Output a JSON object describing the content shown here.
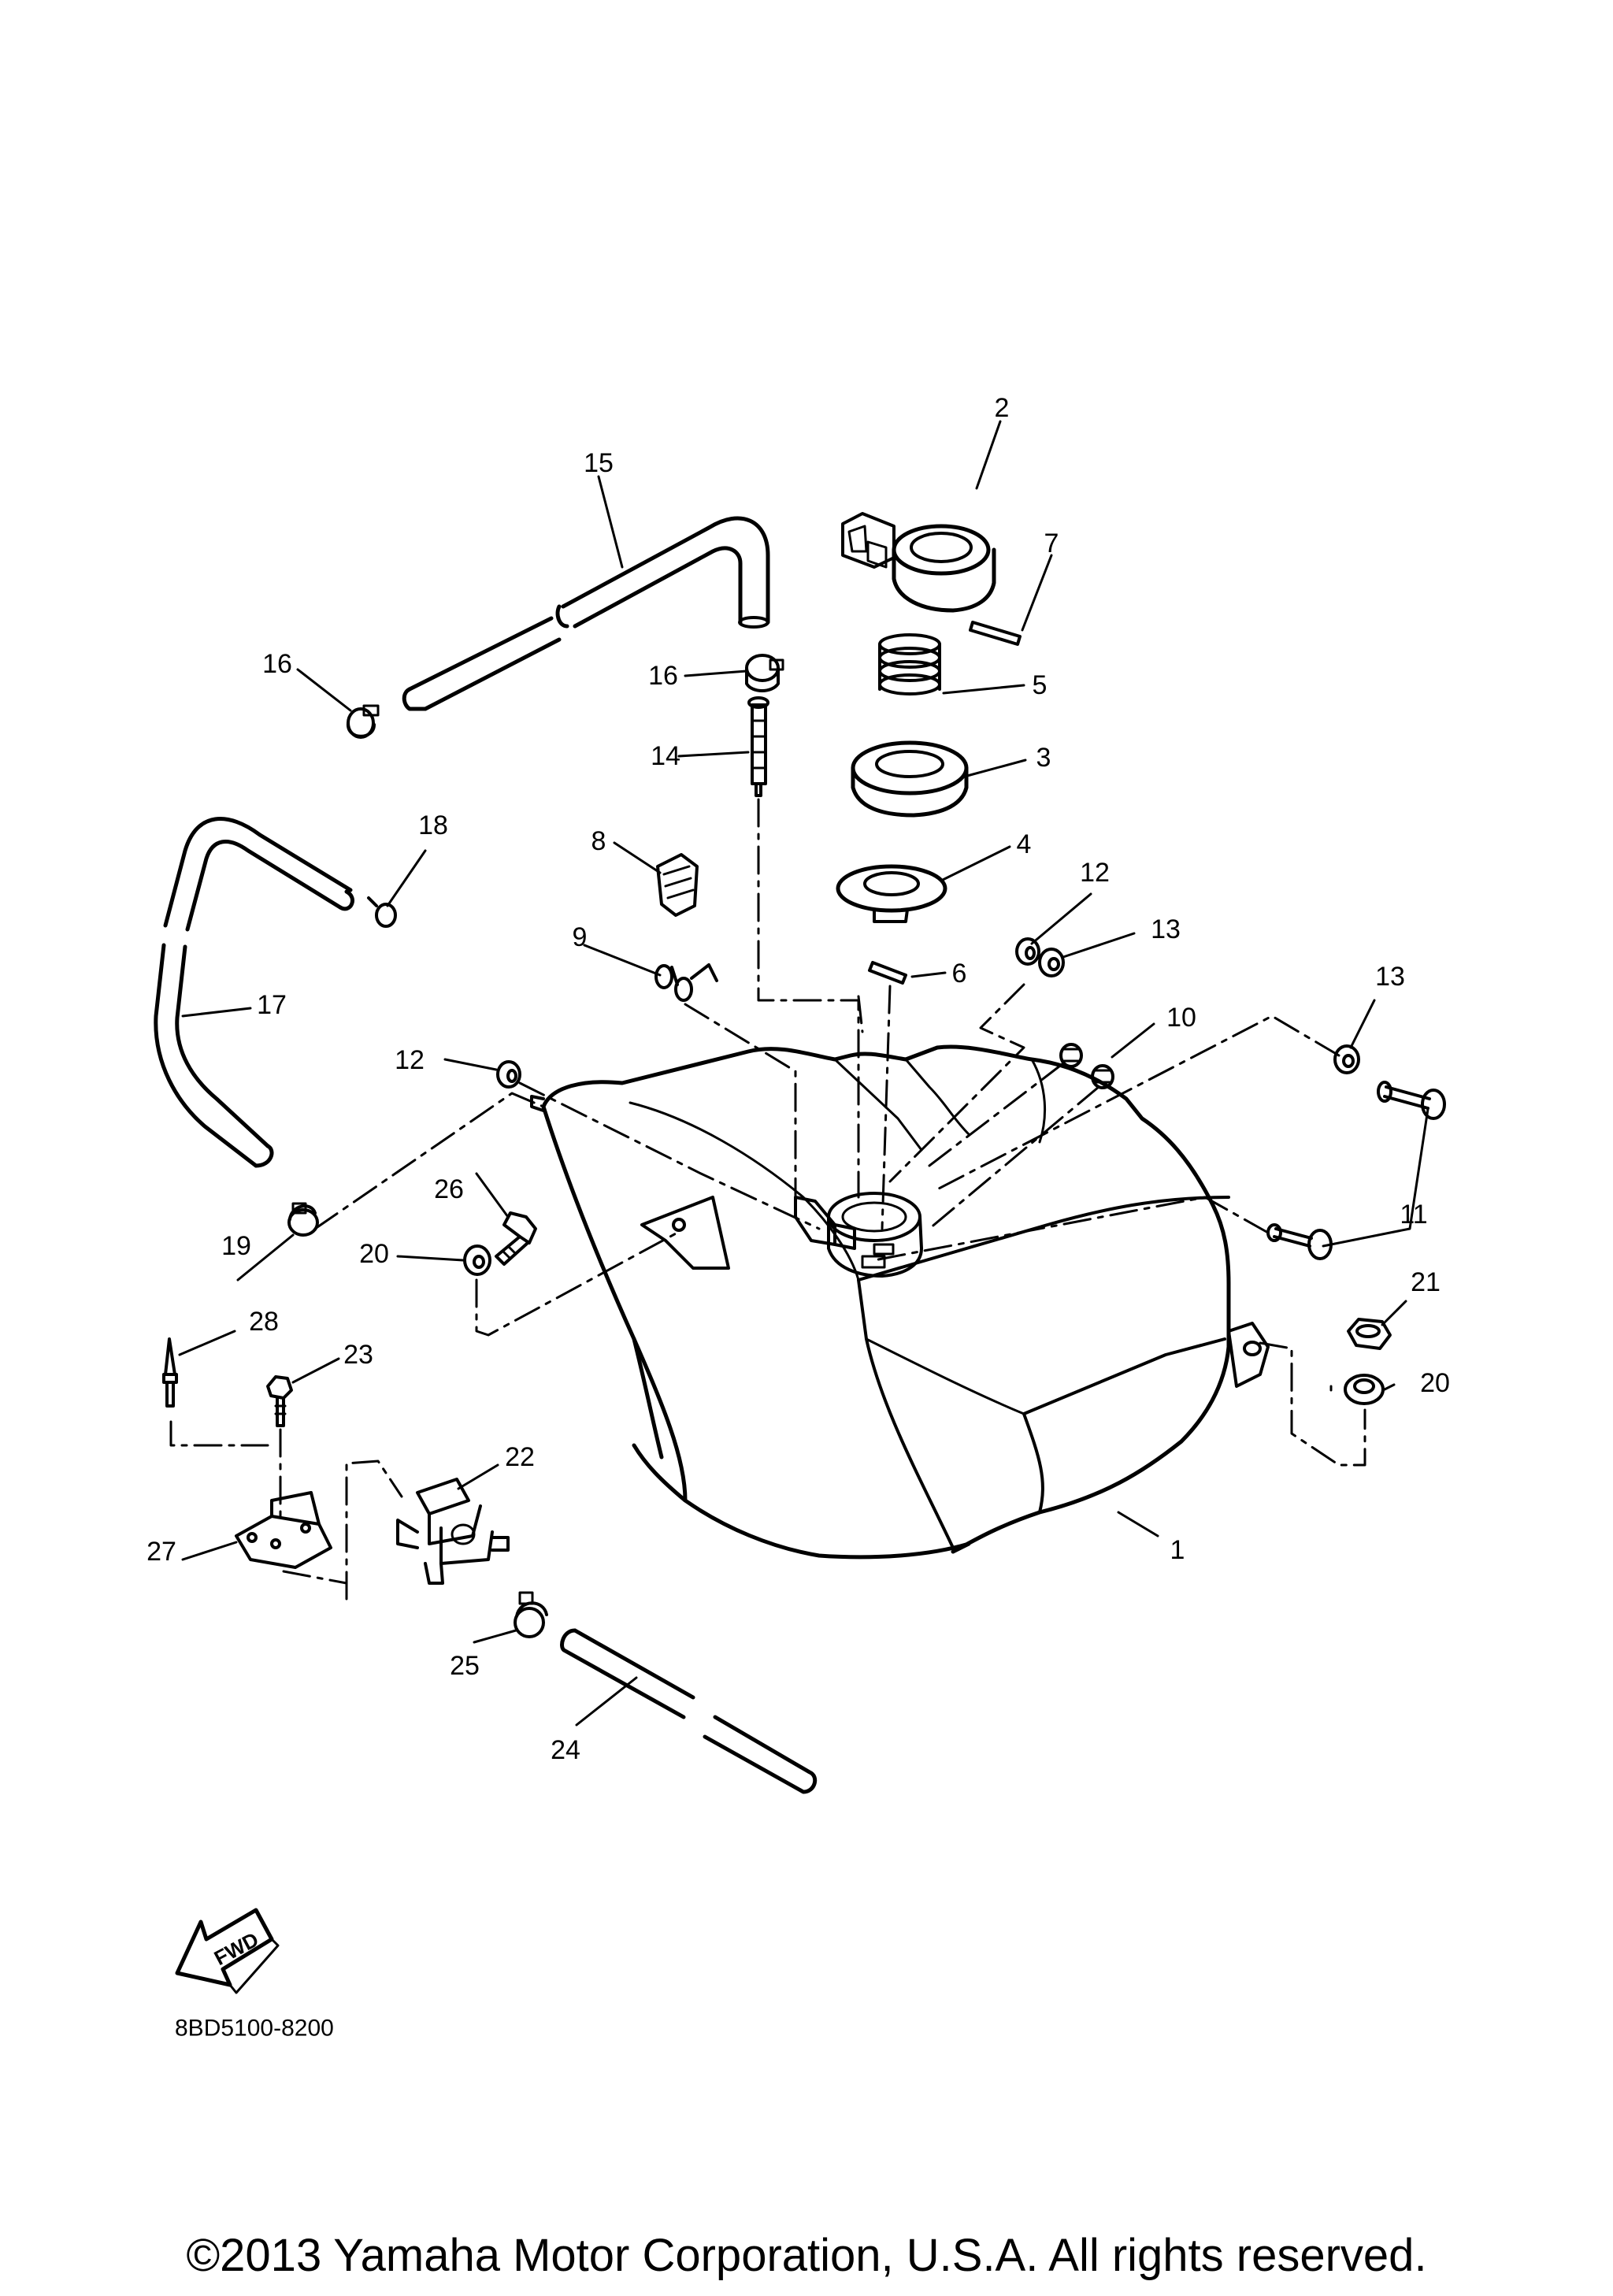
{
  "diagram": {
    "part_numbers": [
      "1",
      "2",
      "3",
      "4",
      "5",
      "6",
      "7",
      "8",
      "9",
      "10",
      "11",
      "12",
      "13",
      "14",
      "15",
      "16",
      "17",
      "18",
      "19",
      "20",
      "21",
      "22",
      "23",
      "24",
      "25",
      "26",
      "27",
      "28"
    ],
    "labels": {
      "p1": "1",
      "p2": "2",
      "p3": "3",
      "p4": "4",
      "p5": "5",
      "p6": "6",
      "p7": "7",
      "p8": "8",
      "p9": "9",
      "p10": "10",
      "p11": "11",
      "p12a": "12",
      "p12b": "12",
      "p13a": "13",
      "p13b": "13",
      "p14": "14",
      "p15": "15",
      "p16a": "16",
      "p16b": "16",
      "p17": "17",
      "p18": "18",
      "p19": "19",
      "p20a": "20",
      "p20b": "20",
      "p21": "21",
      "p22": "22",
      "p23": "23",
      "p24": "24",
      "p25": "25",
      "p26": "26",
      "p27": "27",
      "p28": "28"
    },
    "fwd_arrow_text": "FWD",
    "diagram_code": "8BD5100-8200"
  },
  "footer": {
    "copyright": "©2013 Yamaha Motor Corporation, U.S.A. All rights reserved."
  }
}
